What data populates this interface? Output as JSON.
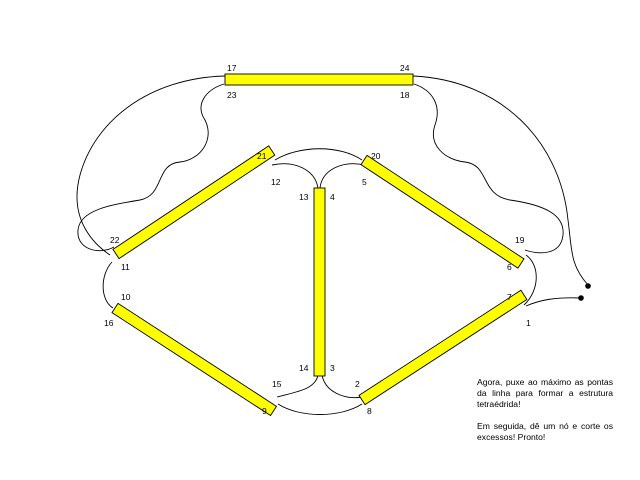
{
  "colors": {
    "straw_fill": "#ffff00",
    "straw_stroke": "#000000",
    "string": "#000000"
  },
  "straws": [
    {
      "name": "straw-17-24",
      "ends": [
        "17",
        "24",
        "23",
        "18"
      ]
    },
    {
      "name": "straw-21-22",
      "ends": [
        "21",
        "12",
        "22",
        "11"
      ]
    },
    {
      "name": "straw-20-19",
      "ends": [
        "20",
        "5",
        "19",
        "6"
      ]
    },
    {
      "name": "straw-13-14",
      "ends": [
        "13",
        "4",
        "14",
        "3"
      ]
    },
    {
      "name": "straw-10-15",
      "ends": [
        "10",
        "16",
        "15",
        "9"
      ]
    },
    {
      "name": "straw-7-2",
      "ends": [
        "7",
        "1",
        "2",
        "8"
      ]
    }
  ],
  "labels": [
    "17",
    "24",
    "23",
    "18",
    "21",
    "20",
    "12",
    "5",
    "13",
    "4",
    "22",
    "11",
    "19",
    "6",
    "10",
    "16",
    "7",
    "1",
    "14",
    "3",
    "15",
    "9",
    "2",
    "8"
  ],
  "instructions": {
    "paragraph1": "Agora, puxe ao máximo as pontas da linha para formar a estrutura tetraédrida!",
    "paragraph2": "Em seguida, dê um nó e corte os excessos! Pronto!"
  }
}
